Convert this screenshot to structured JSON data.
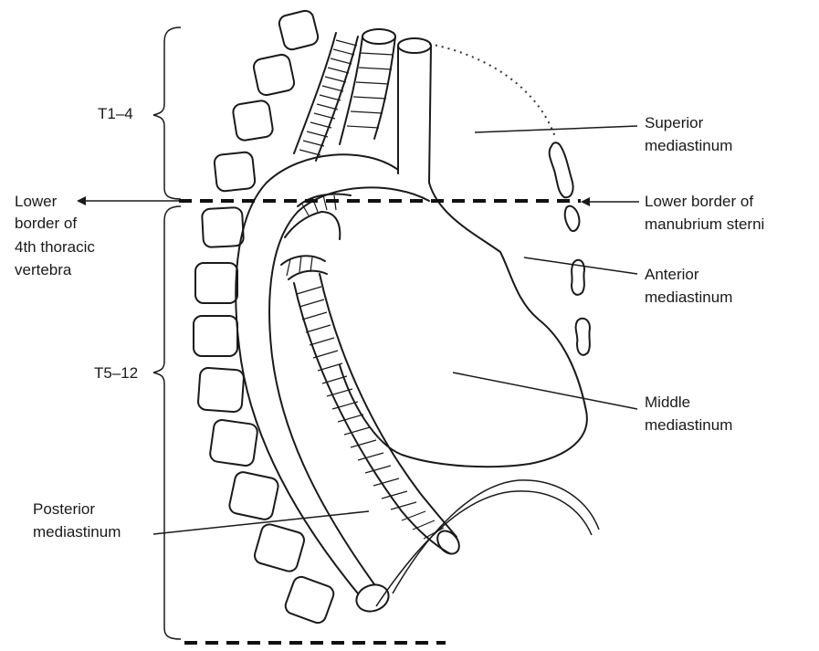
{
  "labels": {
    "t1_4": "T1–4",
    "t5_12": "T5–12",
    "lower_border_line1": "Lower",
    "lower_border_line2": "border of",
    "lower_border_line3": "4th thoracic",
    "lower_border_line4": "vertebra",
    "superior_line1": "Superior",
    "superior_line2": "mediastinum",
    "manubrium_line1": "Lower border of",
    "manubrium_line2": "manubrium sterni",
    "anterior_line1": "Anterior",
    "anterior_line2": "mediastinum",
    "middle_line1": "Middle",
    "middle_line2": "mediastinum",
    "posterior_line1": "Posterior",
    "posterior_line2": "mediastinum"
  },
  "colors": {
    "ink": "#1a1a1a",
    "background": "#ffffff"
  }
}
